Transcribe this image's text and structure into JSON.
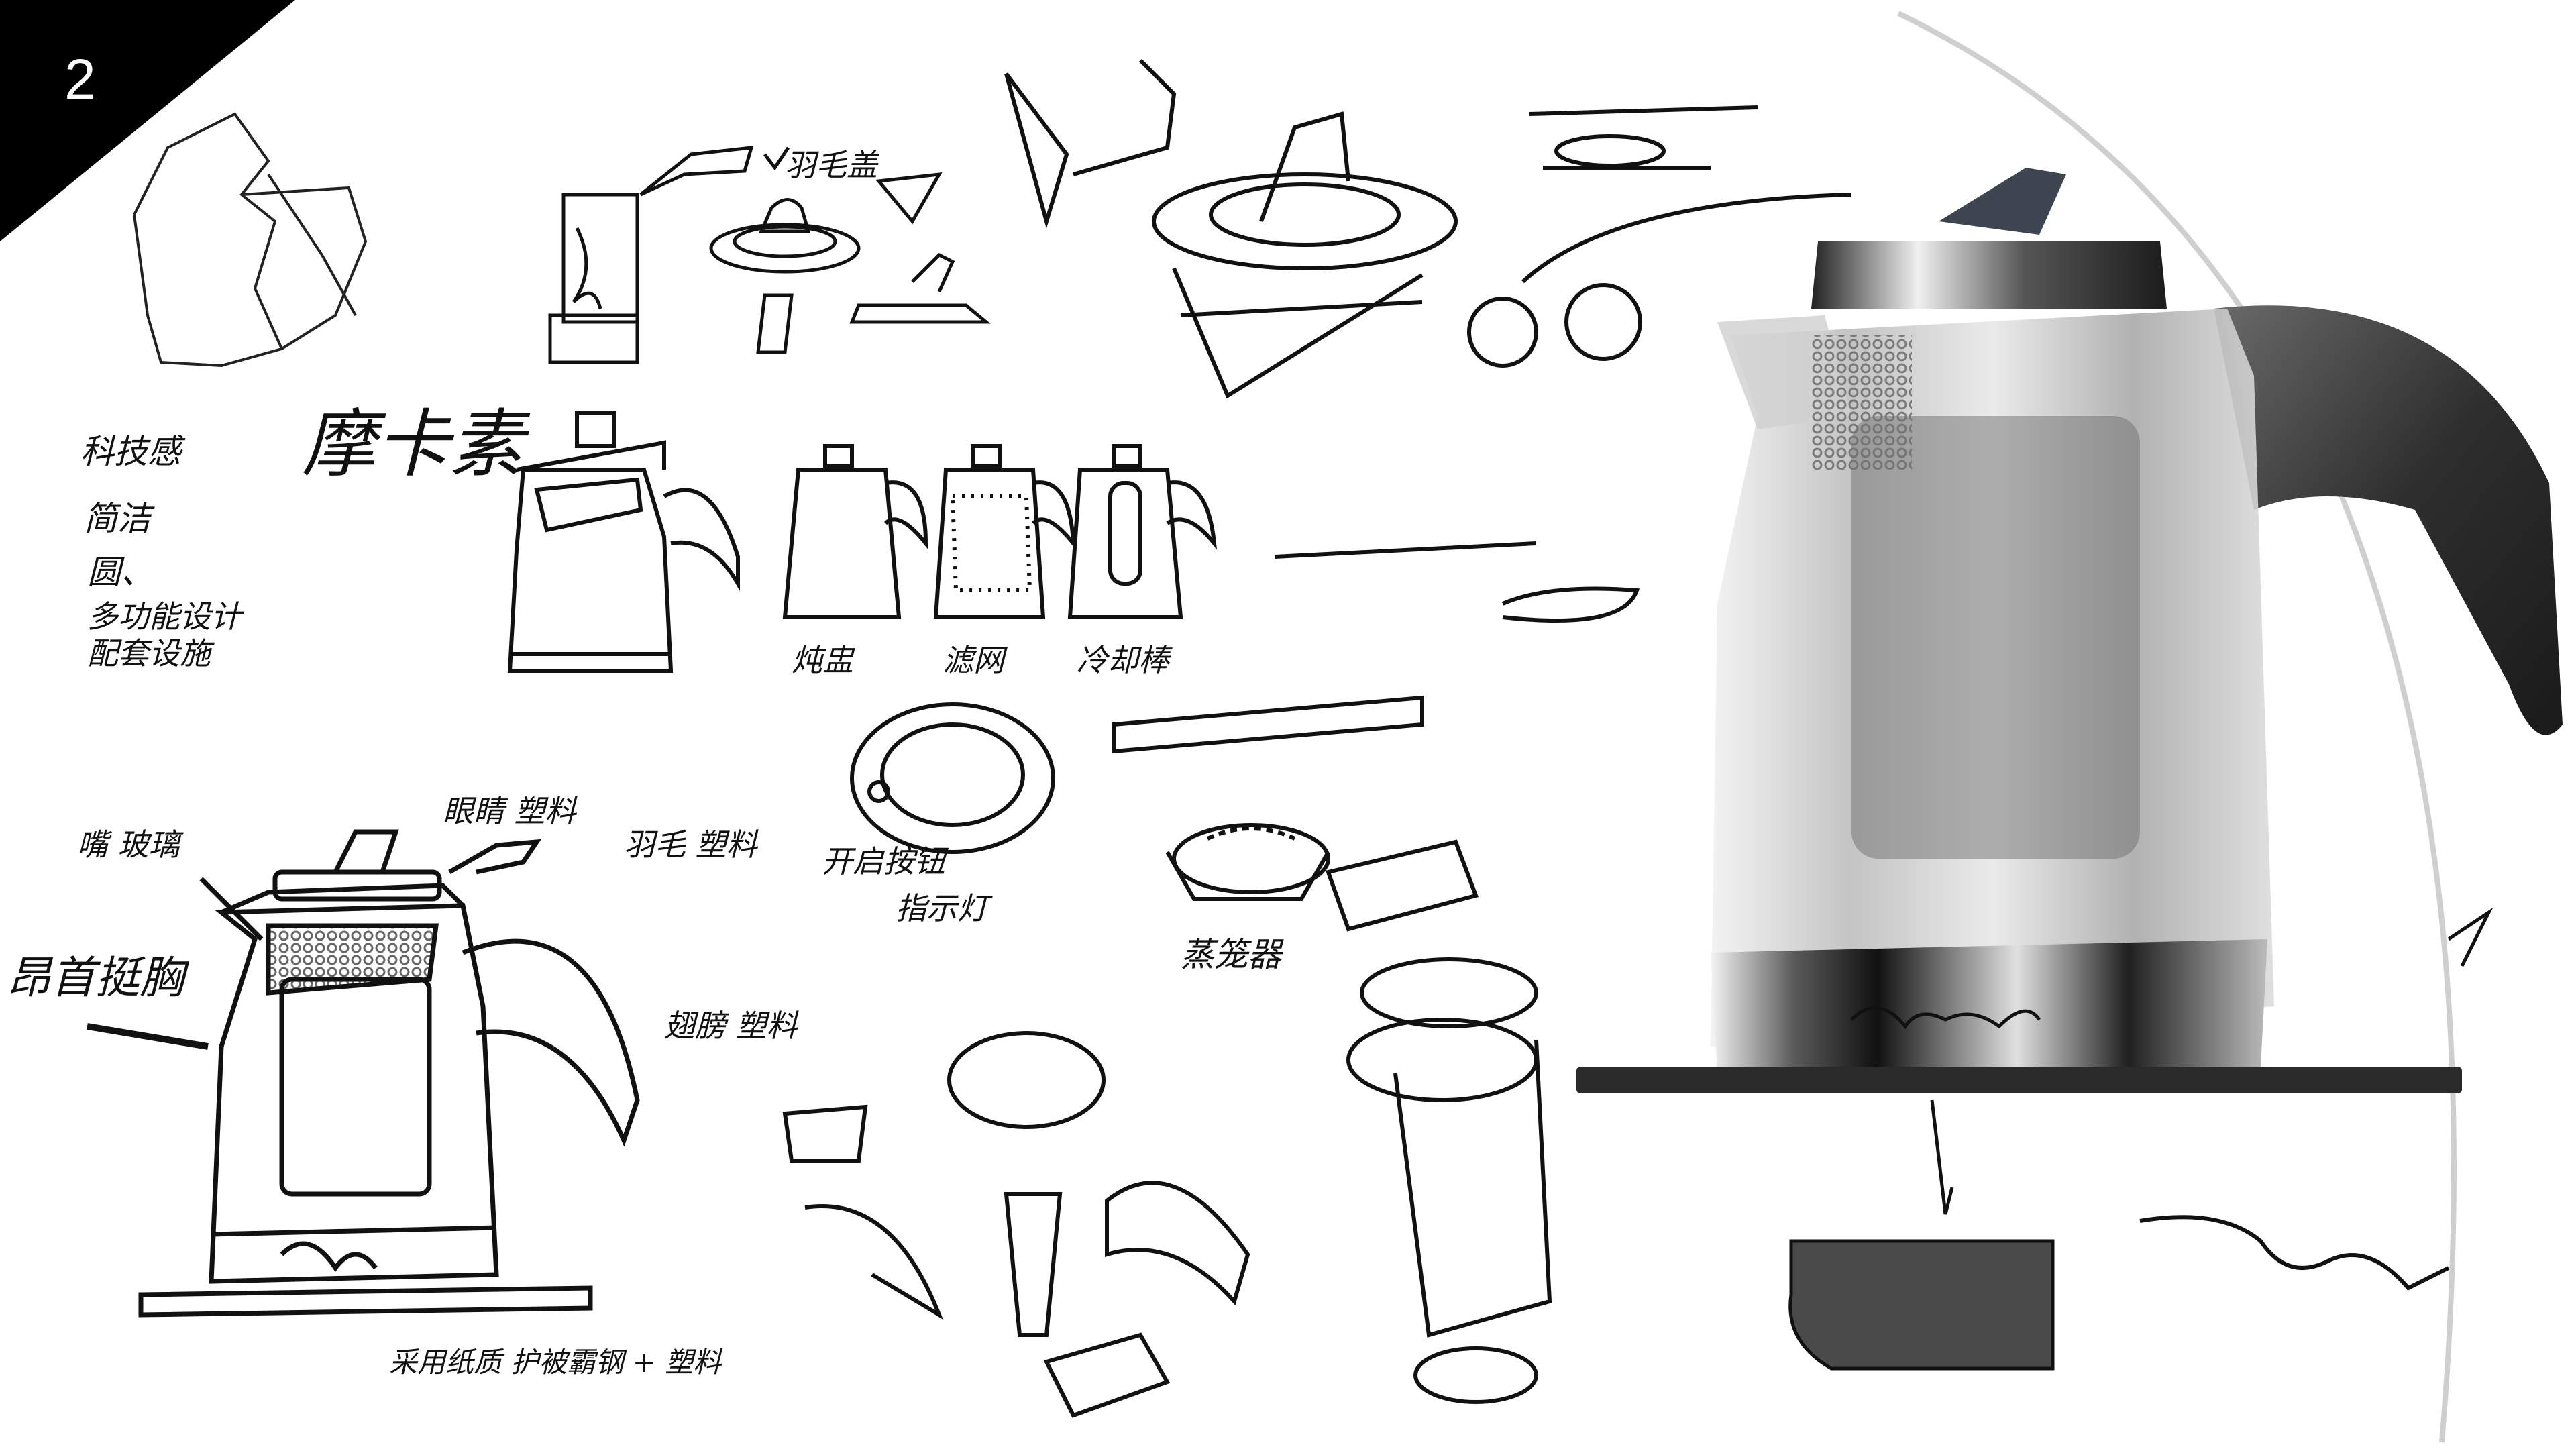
{
  "page_number": "2",
  "labels": {
    "feather": "羽毛盖",
    "style_keyword": "摩卡素",
    "keywords": [
      "科技感",
      "简洁",
      "圆、",
      "多功能设计",
      "配套设施"
    ],
    "mode_stew": "炖盅",
    "mode_filter": "滤网",
    "mode_cool": "冷却棒",
    "spout_glass": "嘴 玻璃",
    "eye_plastic": "眼睛 塑料",
    "feather_plastic": "羽毛 塑料",
    "chest_lift": "昂首挺胸",
    "wing_plastic": "翅膀 塑料",
    "base_material": "采用纸质 护被霸钢 + 塑料",
    "start_button": "开启按钮",
    "indicator": "指示灯",
    "steamer": "蒸笼器"
  },
  "colors": {
    "ink": "#111111",
    "corner": "#000000",
    "kettle_handle": "#3c3c3c",
    "kettle_base": "#2a2a2a",
    "glass": "#d8d8d8",
    "badge": "#4a4a4a"
  }
}
